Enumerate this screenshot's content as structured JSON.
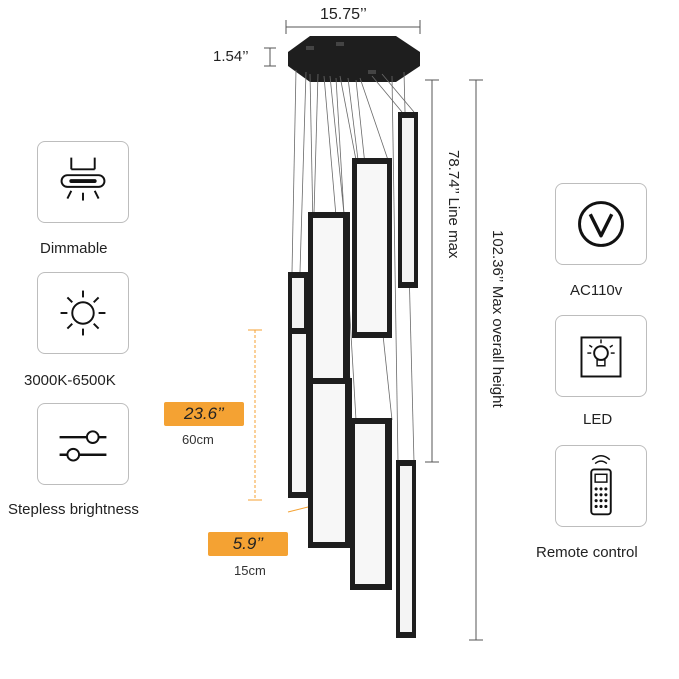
{
  "dimensions": {
    "canopy_width": "15.75’’",
    "canopy_height": "1.54’’",
    "line_max": "78.74’’ Line max",
    "overall_height": "102.36’’ Max overall height",
    "panel_length_in": "23.6’’",
    "panel_length_cm": "60cm",
    "panel_width_in": "5.9’’",
    "panel_width_cm": "15cm"
  },
  "features_left": [
    {
      "label": "Dimmable",
      "icon": "dimmable-lamp-icon"
    },
    {
      "label": "3000K-6500K",
      "icon": "sun-icon"
    },
    {
      "label": "Stepless brightness",
      "icon": "slider-icon"
    }
  ],
  "features_right": [
    {
      "label": "AC110v",
      "icon": "voltage-v-icon"
    },
    {
      "label": "LED",
      "icon": "bulb-icon"
    },
    {
      "label": "Remote control",
      "icon": "remote-icon"
    }
  ],
  "colors": {
    "badge": "#f4a233",
    "fixture": "#1e1e1e",
    "border": "#bdbdbd"
  }
}
